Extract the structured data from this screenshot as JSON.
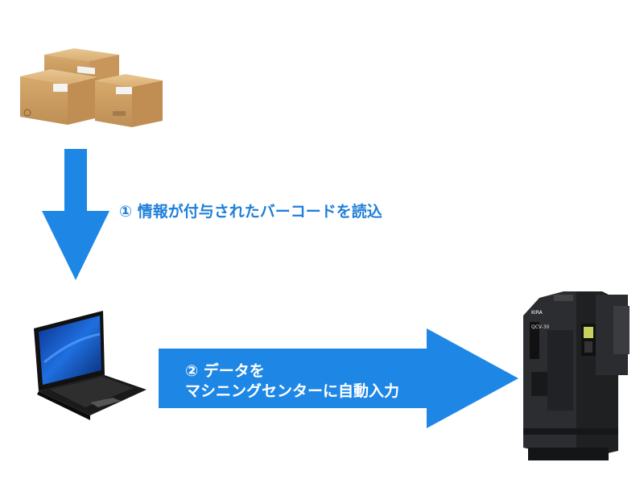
{
  "colors": {
    "arrow_blue": "#1e87e5",
    "label_blue": "#1e7fd8",
    "box_kraft": "#d9ad72",
    "machine_body": "#2b2d30"
  },
  "icons": [
    "cardboard-boxes-icon",
    "laptop-icon",
    "machining-center-icon"
  ],
  "step1": {
    "label": "① 情報が付与されたバーコードを読込"
  },
  "step2": {
    "title": "② データを",
    "body": "マシニングセンターに自動入力"
  },
  "machine": {
    "brand": "KIRA",
    "model": "QCV-30"
  }
}
